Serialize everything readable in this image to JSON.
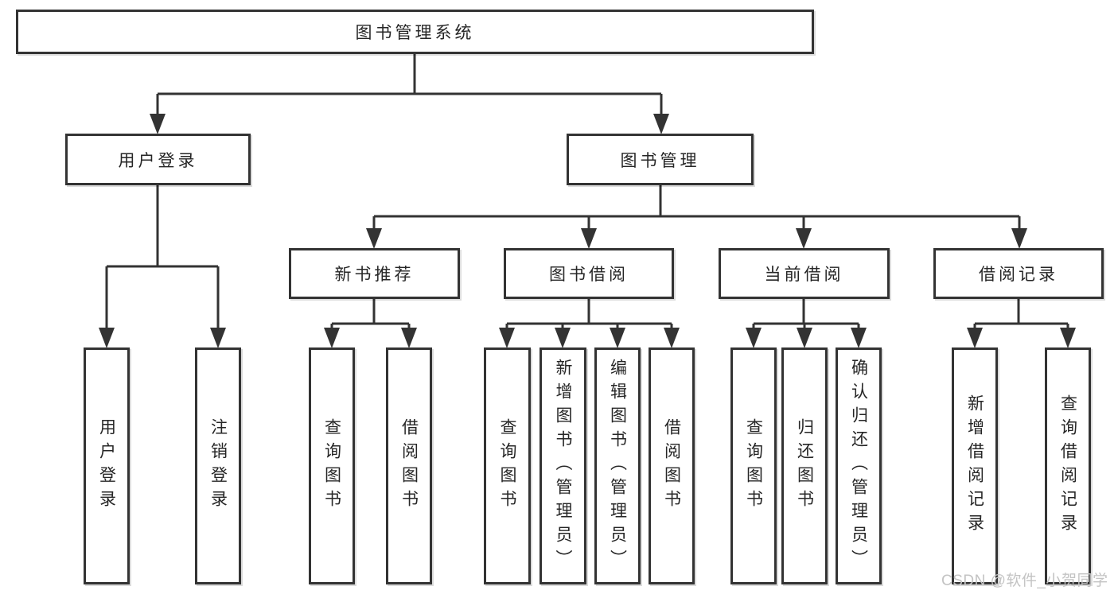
{
  "tree": {
    "root": "图书管理系统",
    "children": [
      {
        "label": "用户登录",
        "children": [
          "用户登录",
          "注销登录"
        ]
      },
      {
        "label": "图书管理",
        "children": [
          {
            "label": "新书推荐",
            "children": [
              "查询图书",
              "借阅图书"
            ]
          },
          {
            "label": "图书借阅",
            "children": [
              "查询图书",
              "新增图书（管理员）",
              "编辑图书（管理员）",
              "借阅图书"
            ]
          },
          {
            "label": "当前借阅",
            "children": [
              "查询图书",
              "归还图书",
              "确认归还（管理员）"
            ]
          },
          {
            "label": "借阅记录",
            "children": [
              "新增借阅记录",
              "查询借阅记录"
            ]
          }
        ]
      }
    ]
  },
  "colors": {
    "line": "#333333",
    "text": "#262626",
    "background": "#ffffff",
    "watermark": "#c3c3c3"
  },
  "watermark": {
    "text": "CSDN @软件_小贺同学"
  }
}
